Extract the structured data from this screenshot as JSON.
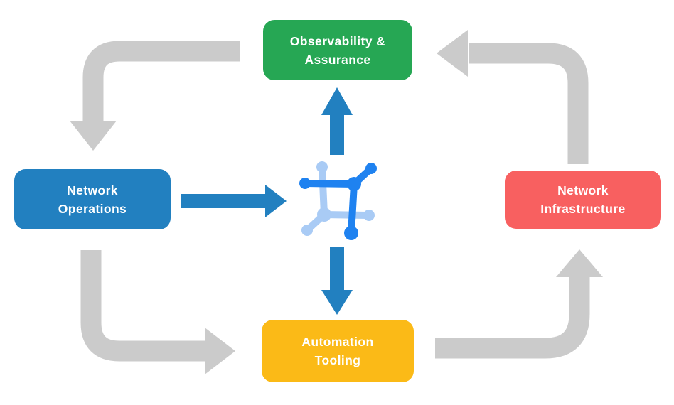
{
  "colors": {
    "background": "#FFFFFF",
    "arrow_gray": "#CBCBCB",
    "arrow_blue": "#2280C0",
    "node_text": "#FFFFFF"
  },
  "nodes": {
    "observability": {
      "lines": [
        "Observability &",
        "Assurance"
      ],
      "color": "#26A754"
    },
    "operations": {
      "lines": [
        "Network",
        "Operations"
      ],
      "color": "#2280C0"
    },
    "infrastructure": {
      "lines": [
        "Network",
        "Infrastructure"
      ],
      "color": "#F86060"
    },
    "automation": {
      "lines": [
        "Automation",
        "Tooling"
      ],
      "color": "#FBBA17"
    }
  },
  "center_icon": {
    "name": "network-nodes-icon",
    "color_dark": "#1F82F0",
    "color_light": "#A9CBF5"
  },
  "flows": {
    "observability_to_operations": "Observability & Assurance to Network Operations",
    "operations_to_automation": "Network Operations to Automation Tooling",
    "automation_to_infrastructure": "Automation Tooling to Network Infrastructure",
    "infrastructure_to_observability": "Network Infrastructure to Observability & Assurance",
    "operations_to_center": "Network Operations to center",
    "center_to_observability": "Center to Observability & Assurance",
    "center_to_automation": "Center to Automation Tooling"
  }
}
